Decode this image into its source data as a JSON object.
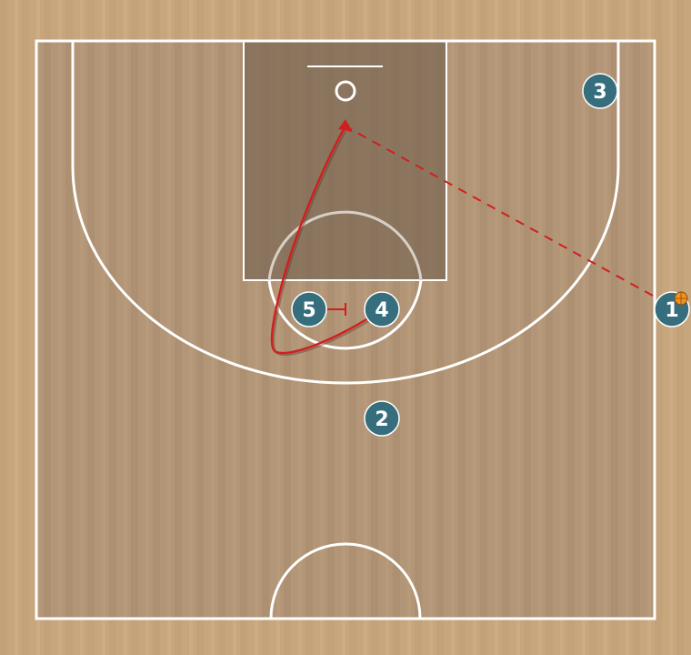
{
  "colors": {
    "floor_base": "#c7a67e",
    "floor_stripe": "#b8976f",
    "floor_border": "#d6b68e",
    "inner_floor": "#b09474",
    "paint": "#7f6a55",
    "court_lines": "#ffffff",
    "player_fill": "#366e7e",
    "player_stroke": "#ffffff",
    "action_line": "#d01f1f",
    "ball": "#f0921e"
  },
  "players": [
    {
      "id": "player-1",
      "label": "1",
      "has_ball": true
    },
    {
      "id": "player-2",
      "label": "2",
      "has_ball": false
    },
    {
      "id": "player-3",
      "label": "3",
      "has_ball": false
    },
    {
      "id": "player-4",
      "label": "4",
      "has_ball": false
    },
    {
      "id": "player-5",
      "label": "5",
      "has_ball": false
    }
  ],
  "actions": [
    {
      "type": "pass",
      "from": "1",
      "style": "dashed"
    },
    {
      "type": "cut",
      "from": "4",
      "style": "solid"
    },
    {
      "type": "screen",
      "from": "5",
      "style": "solid"
    }
  ],
  "icons": {
    "ball": "basketball-icon"
  }
}
